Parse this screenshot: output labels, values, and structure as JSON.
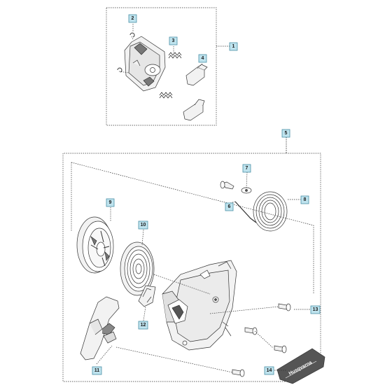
{
  "diagram": {
    "callouts": [
      {
        "id": "1",
        "label": "1"
      },
      {
        "id": "2",
        "label": "2"
      },
      {
        "id": "3",
        "label": "3"
      },
      {
        "id": "4",
        "label": "4"
      },
      {
        "id": "5",
        "label": "5"
      },
      {
        "id": "6",
        "label": "6"
      },
      {
        "id": "7",
        "label": "7"
      },
      {
        "id": "8",
        "label": "8"
      },
      {
        "id": "9",
        "label": "9"
      },
      {
        "id": "10",
        "label": "10"
      },
      {
        "id": "11",
        "label": "11"
      },
      {
        "id": "12",
        "label": "12"
      },
      {
        "id": "13",
        "label": "13"
      },
      {
        "id": "14",
        "label": "14"
      }
    ],
    "logo_text": "Husqvarna",
    "colors": {
      "callout_fill": "#bfe3ee",
      "callout_stroke": "#4a8fa6",
      "line": "#333333",
      "part_fill": "#f2f2f2",
      "part_dark": "#555555"
    }
  }
}
